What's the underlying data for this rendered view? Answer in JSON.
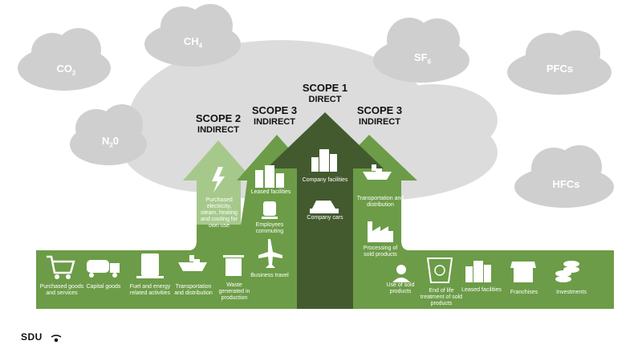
{
  "gases": {
    "co2": {
      "base": "CO",
      "sub": "2"
    },
    "ch4": {
      "base": "CH",
      "sub": "4"
    },
    "sf6": {
      "base": "SF",
      "sub": "6"
    },
    "pfcs": "PFCs",
    "n2o": {
      "pre": "N",
      "sub": "2",
      "post": "0"
    },
    "hfcs": "HFCs"
  },
  "scopes": {
    "scope1": {
      "title": "SCOPE 1",
      "subtitle": "DIRECT"
    },
    "scope2": {
      "title": "SCOPE 2",
      "subtitle": "INDIRECT"
    },
    "scope3_left": {
      "title": "SCOPE 3",
      "subtitle": "INDIRECT"
    },
    "scope3_right": {
      "title": "SCOPE 3",
      "subtitle": "INDIRECT"
    }
  },
  "labels": {
    "purchased_electricity": "Purchased electricity, steam, heating and cooling for own use",
    "leased_facilities_up": "Leased facilities",
    "employees_commuting": "Employees commuting",
    "business_travel": "Business travel",
    "company_facilities": "Company facilities",
    "company_cars": "Company cars",
    "transportation_down": "Transportation and distribution",
    "processing_sold": "Processing of sold products",
    "purchased_goods": "Purchased goods and services",
    "capital_goods": "Capital goods",
    "fuel_energy": "Fuel and energy related activities",
    "transportation_up": "Transportation and distribution",
    "waste": "Waste generated in production",
    "use_sold": "Use of sold products",
    "end_of_life": "End of life treatment of sold products",
    "leased_facilities_down": "Leased facilities",
    "franchises": "Franchises",
    "investments": "Investments"
  },
  "logo": "SDU",
  "colors": {
    "cloud": "#d4d4d4",
    "scope2_green": "#a6c98b",
    "scope3_green": "#6c9c47",
    "scope1_dark": "#435a2f"
  }
}
